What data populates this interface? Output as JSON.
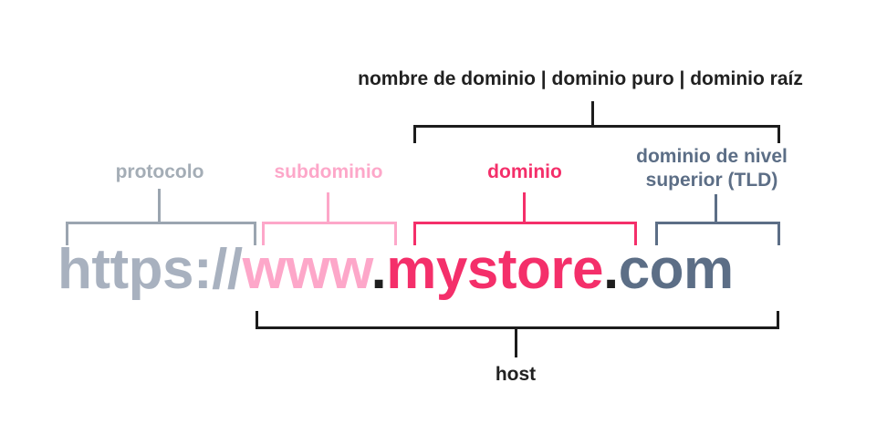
{
  "diagram": {
    "title_label": "nombre de dominio | dominio puro | dominio raíz",
    "host_label": "host",
    "section_labels": {
      "protocol": {
        "text": "protocolo",
        "color": "#a4adb6"
      },
      "subdomain": {
        "text": "subdominio",
        "color": "#fda7c9"
      },
      "domain": {
        "text": "dominio",
        "color": "#f42f6a"
      },
      "tld": {
        "text": "dominio de nivel superior (TLD)",
        "color": "#5c6e86"
      }
    },
    "url": {
      "full": "https://www.mystore.com",
      "parts": [
        {
          "name": "protocol",
          "text": "https://",
          "color": "#a8b1bf"
        },
        {
          "name": "subdomain",
          "text": "www",
          "color": "#fda7c9"
        },
        {
          "name": "separator",
          "text": ".",
          "color": "#1e1e1e"
        },
        {
          "name": "domain",
          "text": "mystore",
          "color": "#f42f6a"
        },
        {
          "name": "separator",
          "text": ".",
          "color": "#1e1e1e"
        },
        {
          "name": "tld",
          "text": "com",
          "color": "#5c6e86"
        }
      ]
    },
    "colors": {
      "bracket_protocol": "#9ba5b0",
      "bracket_subdomain": "#fda7c9",
      "bracket_domain": "#f42f6a",
      "bracket_tld": "#5c6e86",
      "bracket_black": "#1c1c1c",
      "text_dark": "#212121",
      "background": "#ffffff"
    }
  }
}
